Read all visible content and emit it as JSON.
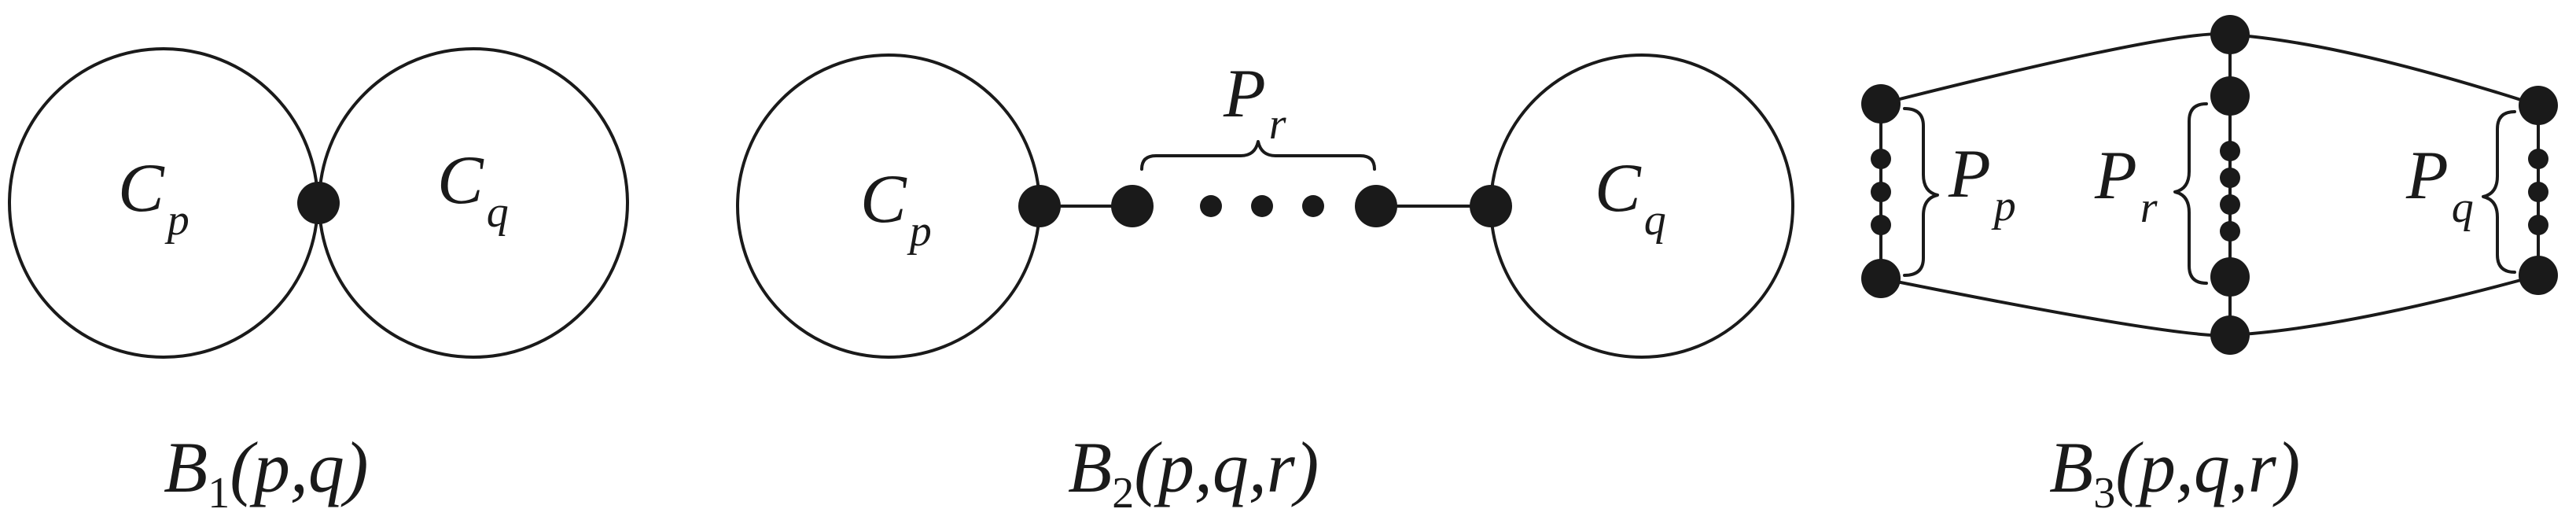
{
  "graphs": [
    {
      "id": "B1",
      "caption": {
        "letter": "B",
        "index": "1",
        "args": "(p,q)"
      },
      "labels": [
        {
          "letter": "C",
          "sub": "p"
        },
        {
          "letter": "C",
          "sub": "q"
        }
      ]
    },
    {
      "id": "B2",
      "caption": {
        "letter": "B",
        "index": "2",
        "args": "(p,q,r)"
      },
      "labels": [
        {
          "letter": "C",
          "sub": "p"
        },
        {
          "letter": "C",
          "sub": "q"
        },
        {
          "letter": "P",
          "sub": "r"
        }
      ]
    },
    {
      "id": "B3",
      "caption": {
        "letter": "B",
        "index": "3",
        "args": "(p,q,r)"
      },
      "labels": [
        {
          "letter": "P",
          "sub": "p"
        },
        {
          "letter": "P",
          "sub": "r"
        },
        {
          "letter": "P",
          "sub": "q"
        }
      ]
    }
  ]
}
